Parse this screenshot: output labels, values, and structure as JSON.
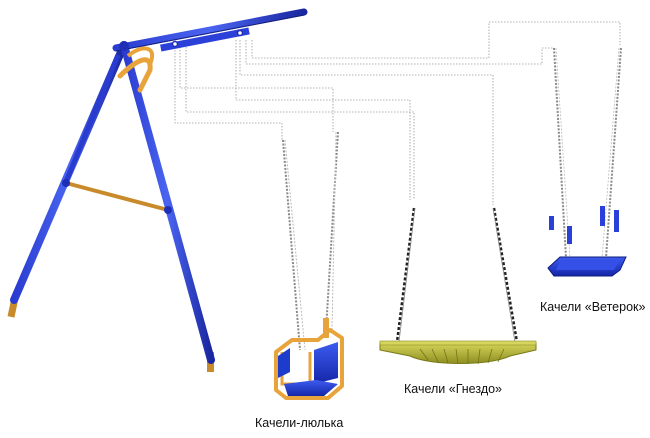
{
  "captions": {
    "cradle": "Качели-люлька",
    "nest": "Качели «Гнездо»",
    "breeze": "Качели «Ветерок»"
  },
  "colors": {
    "frame_blue": "#1f2fb5",
    "frame_blue_light": "#3a4fe0",
    "crossbar_orange": "#c88a2a",
    "seat_orange": "#e8a33a",
    "nest_olive": "#b8b83a",
    "seat_blue": "#1e3ccc",
    "chain_gray": "#8a8a8a",
    "guide_gray": "#9a9a9a"
  },
  "icons": {
    "frame": "a-frame-swing-icon",
    "cradle": "cradle-seat-icon",
    "nest": "nest-seat-icon",
    "breeze": "flat-seat-icon"
  }
}
